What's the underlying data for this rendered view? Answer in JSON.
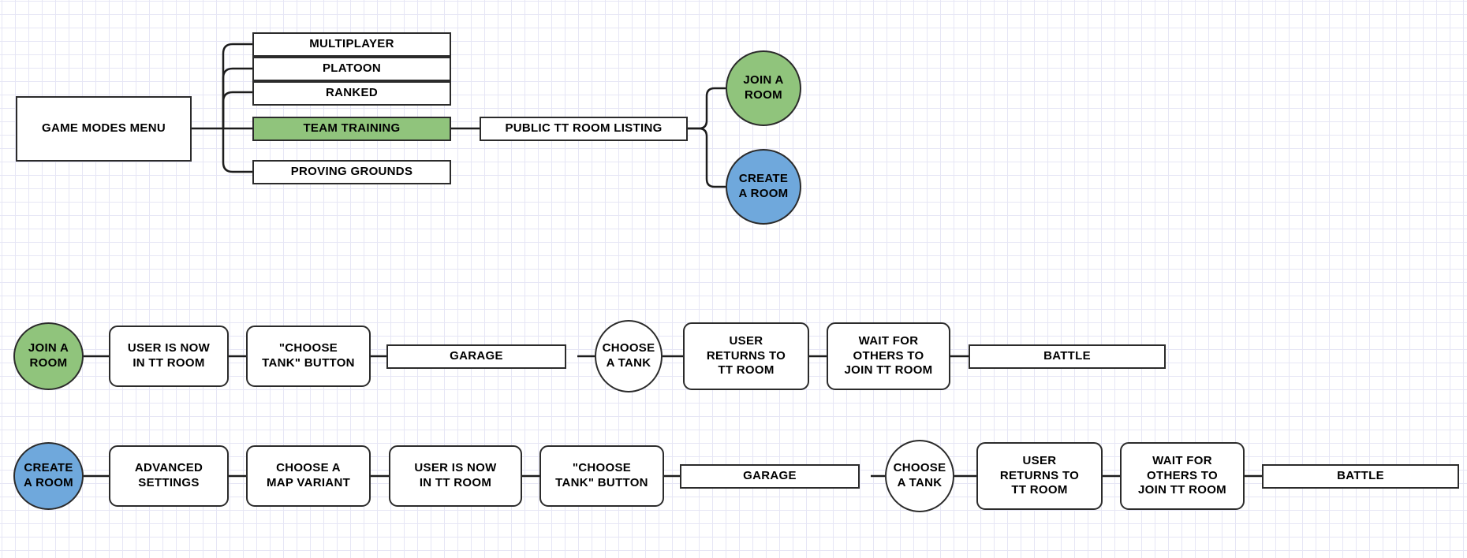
{
  "diagram": {
    "title": "Team Training Flowchart",
    "colors": {
      "green": "#90c47c",
      "blue": "#6fa8dc",
      "stroke": "#2b2b2b",
      "grid": "#e6e6f5",
      "background": "#ffffff"
    }
  },
  "section_menu": {
    "root": {
      "label": "GAME MODES MENU"
    },
    "modes": [
      {
        "label": "MULTIPLAYER"
      },
      {
        "label": "PLATOON"
      },
      {
        "label": "RANKED"
      },
      {
        "label": "TEAM TRAINING"
      },
      {
        "label": "PROVING GROUNDS"
      }
    ],
    "listing": {
      "label": "PUBLIC TT ROOM LISTING"
    },
    "outcomes": [
      {
        "label": "JOIN A\nROOM",
        "line1": "JOIN A",
        "line2": "ROOM"
      },
      {
        "label": "CREATE\nA ROOM",
        "line1": "CREATE",
        "line2": "A ROOM"
      }
    ]
  },
  "flow_join": {
    "start": {
      "line1": "JOIN A",
      "line2": "ROOM"
    },
    "steps": [
      {
        "line1": "USER IS NOW",
        "line2": "IN TT ROOM",
        "line3": ""
      },
      {
        "line1": "\"CHOOSE",
        "line2": "TANK\" BUTTON",
        "line3": ""
      },
      {
        "line1": "GARAGE",
        "line2": "",
        "line3": ""
      },
      {
        "line1": "CHOOSE",
        "line2": "A TANK",
        "line3": ""
      },
      {
        "line1": "USER",
        "line2": "RETURNS TO",
        "line3": "TT ROOM"
      },
      {
        "line1": "WAIT FOR",
        "line2": "OTHERS TO",
        "line3": "JOIN TT ROOM"
      },
      {
        "line1": "BATTLE",
        "line2": "",
        "line3": ""
      }
    ]
  },
  "flow_create": {
    "start": {
      "line1": "CREATE",
      "line2": "A ROOM"
    },
    "steps": [
      {
        "line1": "ADVANCED",
        "line2": "SETTINGS",
        "line3": ""
      },
      {
        "line1": "CHOOSE A",
        "line2": "MAP VARIANT",
        "line3": ""
      },
      {
        "line1": "USER IS NOW",
        "line2": "IN TT ROOM",
        "line3": ""
      },
      {
        "line1": "\"CHOOSE",
        "line2": "TANK\" BUTTON",
        "line3": ""
      },
      {
        "line1": "GARAGE",
        "line2": "",
        "line3": ""
      },
      {
        "line1": "CHOOSE",
        "line2": "A TANK",
        "line3": ""
      },
      {
        "line1": "USER",
        "line2": "RETURNS TO",
        "line3": "TT ROOM"
      },
      {
        "line1": "WAIT FOR",
        "line2": "OTHERS TO",
        "line3": "JOIN TT ROOM"
      },
      {
        "line1": "BATTLE",
        "line2": "",
        "line3": ""
      }
    ]
  }
}
